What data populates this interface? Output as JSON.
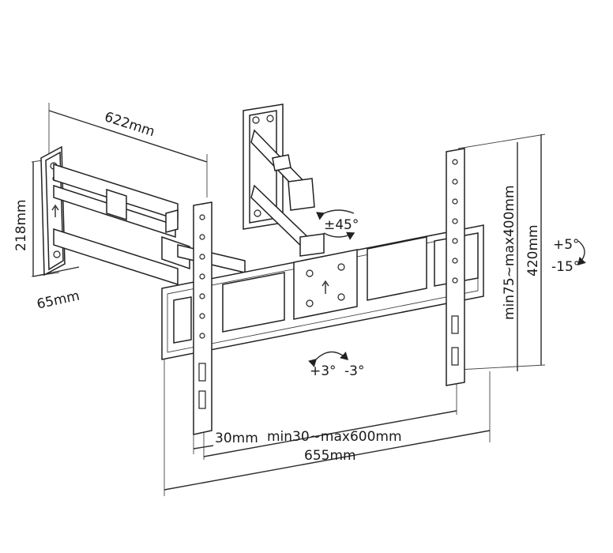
{
  "dimensions": {
    "arm_length": "622mm",
    "wall_plate_height": "218mm",
    "wall_plate_depth": "65mm",
    "vesa_vertical": "min75~max400mm",
    "bracket_height": "420mm",
    "vesa_horizontal_min": "30mm",
    "vesa_horizontal_range": "min30~max600mm",
    "bracket_width": "655mm"
  },
  "rotations": {
    "swivel": "±45°",
    "tilt_up": "+5°",
    "tilt_down": "-15°",
    "level_plus": "+3°",
    "level_minus": "-3°"
  }
}
